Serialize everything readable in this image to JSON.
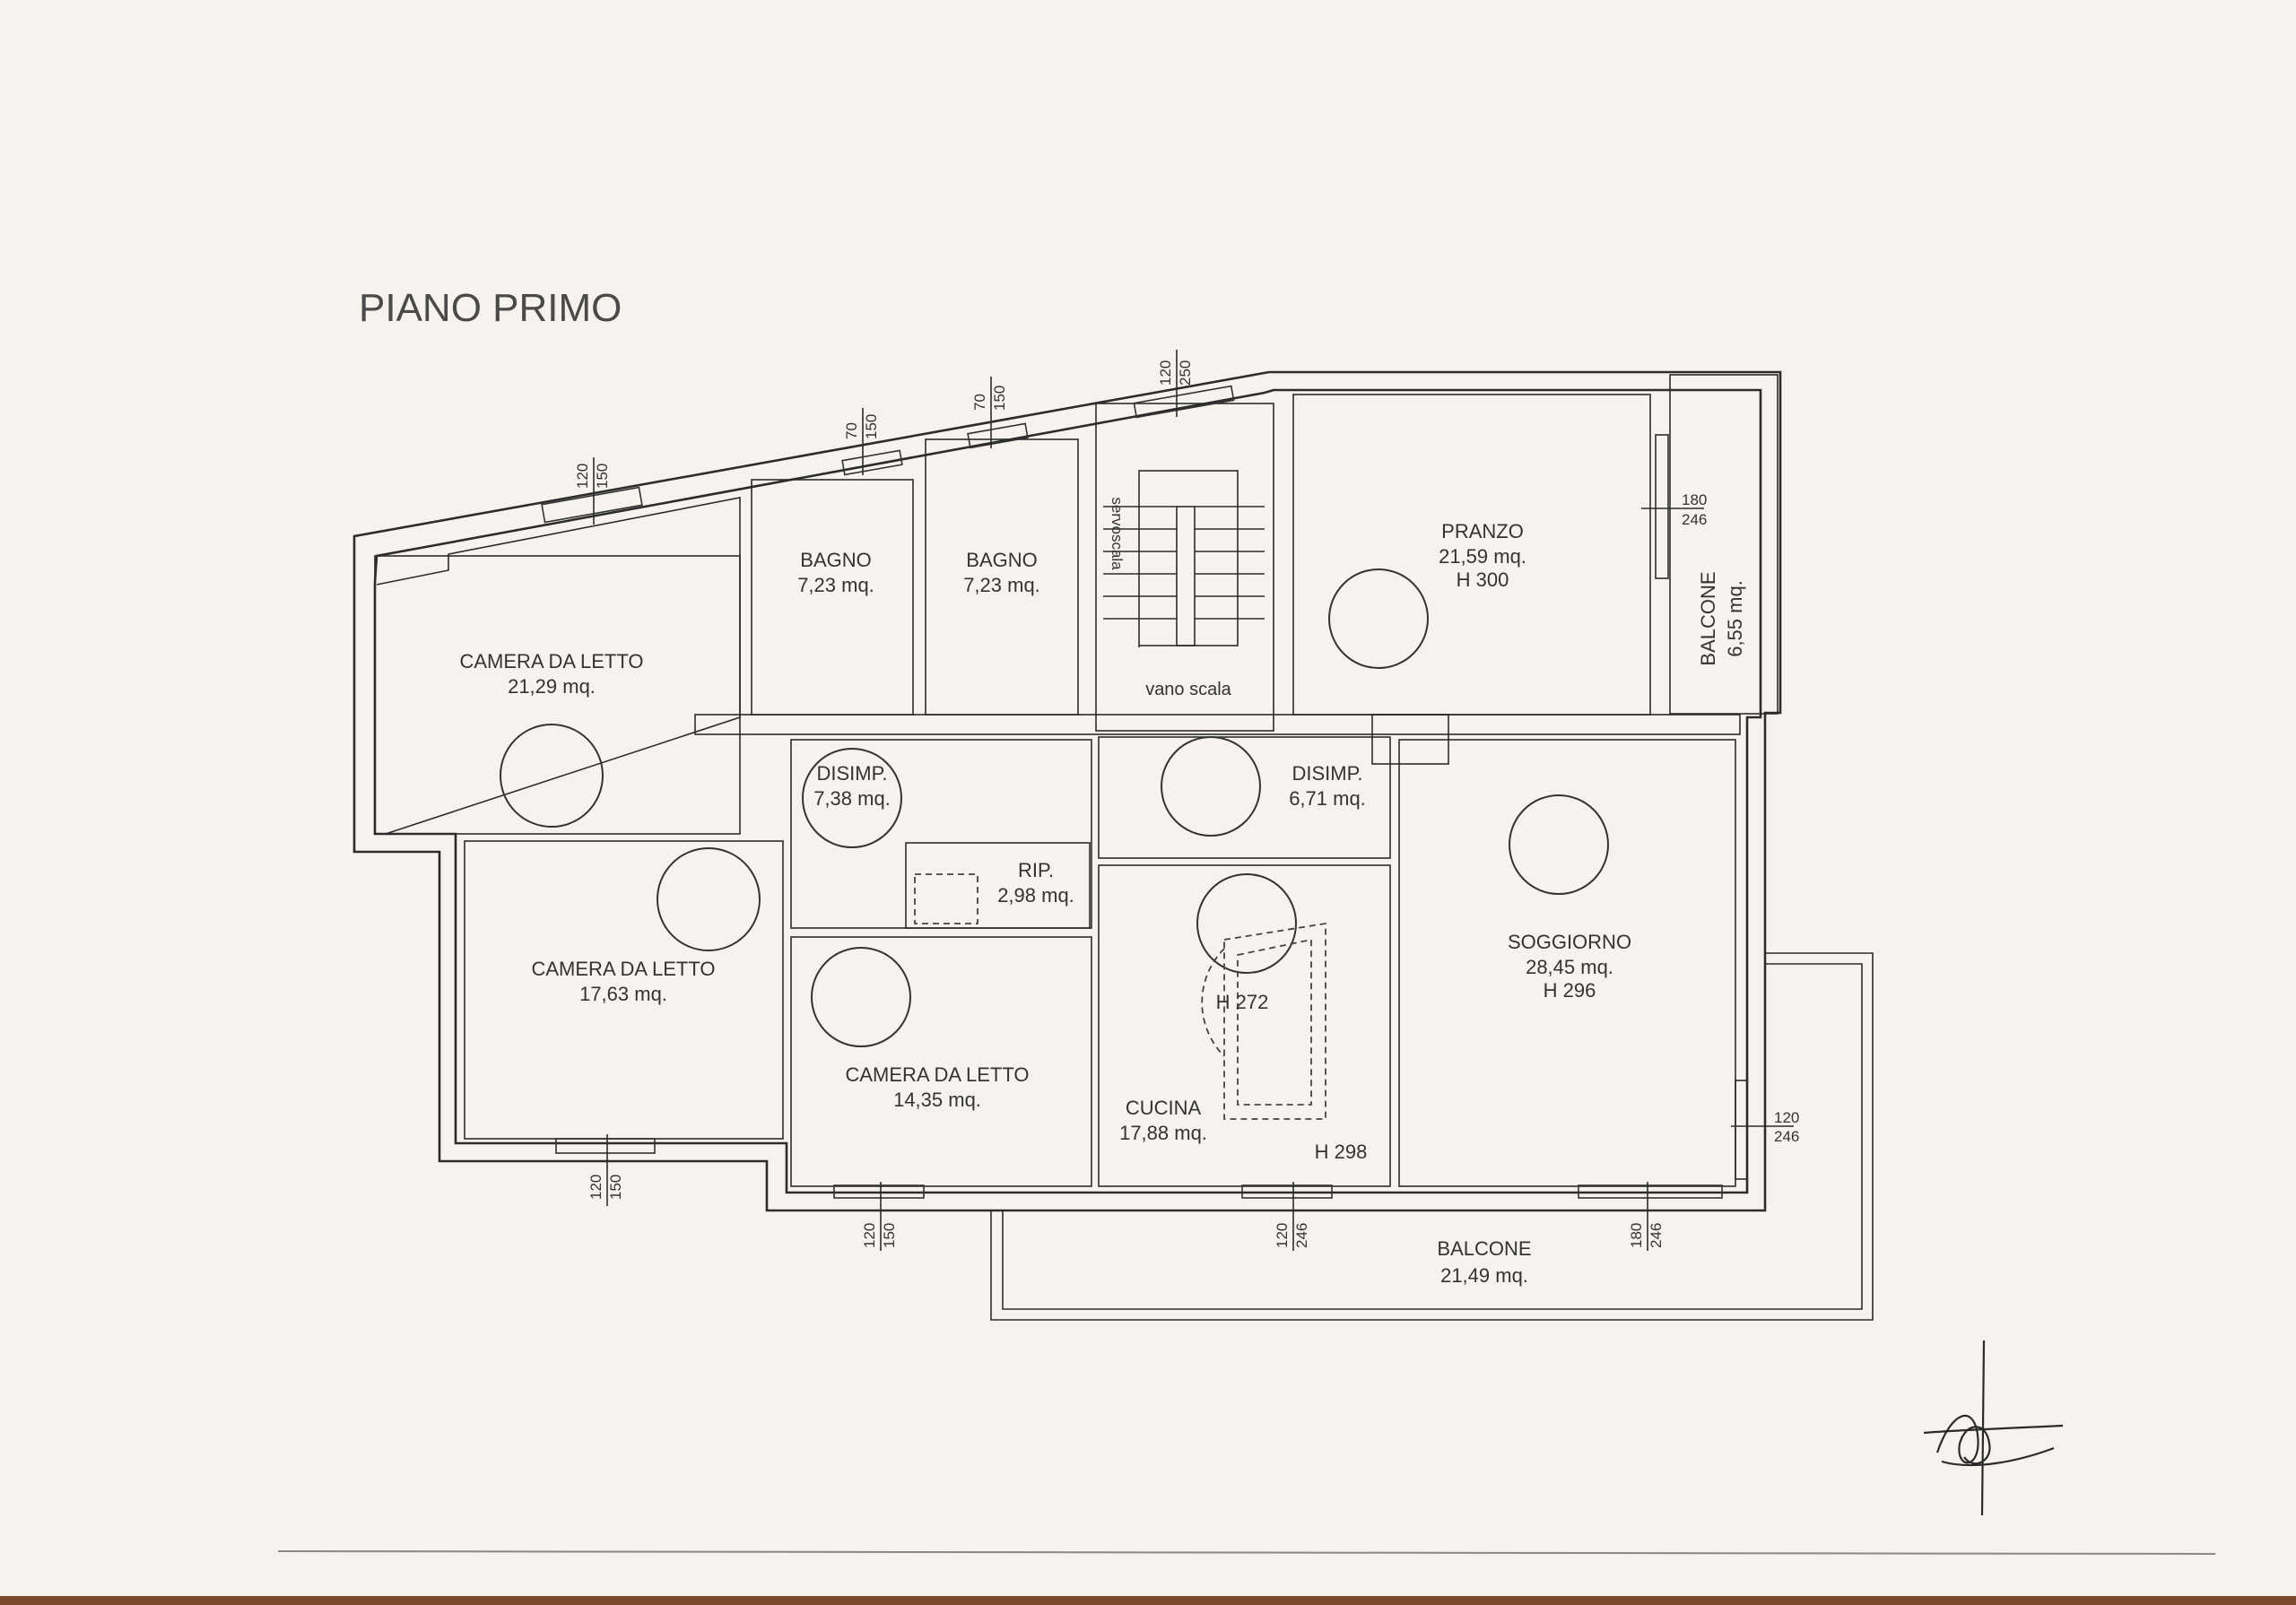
{
  "title": "PIANO PRIMO",
  "rooms": {
    "camera1": {
      "name": "CAMERA DA LETTO",
      "area": "21,29 mq."
    },
    "bagno1": {
      "name": "BAGNO",
      "area": "7,23 mq."
    },
    "bagno2": {
      "name": "BAGNO",
      "area": "7,23 mq."
    },
    "pranzo": {
      "name": "PRANZO",
      "area": "21,59 mq.",
      "height": "H 300"
    },
    "balcone1": {
      "name": "BALCONE",
      "area": "6,55 mq."
    },
    "disimp1": {
      "name": "DISIMP.",
      "area": "7,38 mq."
    },
    "disimp2": {
      "name": "DISIMP.",
      "area": "6,71 mq."
    },
    "rip": {
      "name": "RIP.",
      "area": "2,98 mq."
    },
    "camera2": {
      "name": "CAMERA DA LETTO",
      "area": "17,63 mq."
    },
    "camera3": {
      "name": "CAMERA DA LETTO",
      "area": "14,35 mq."
    },
    "cucina": {
      "name": "CUCINA",
      "area": "17,88 mq.",
      "height": "H 298",
      "hood_height": "H 272"
    },
    "soggiorno": {
      "name": "SOGGIORNO",
      "area": "28,45 mq.",
      "height": "H 296"
    },
    "balcone2": {
      "name": "BALCONE",
      "area": "21,49 mq."
    }
  },
  "stairs": {
    "vano": "vano scala",
    "servoscala": "servoscala"
  },
  "windows": {
    "w_cam1": {
      "w": "120",
      "h": "150"
    },
    "w_bagno1": {
      "w": "70",
      "h": "150"
    },
    "w_bagno2": {
      "w": "70",
      "h": "150"
    },
    "w_stair": {
      "w": "120",
      "h": "250"
    },
    "w_pranzo": {
      "w": "180",
      "h": "246"
    },
    "w_cam2": {
      "w": "120",
      "h": "150"
    },
    "w_cam3": {
      "w": "120",
      "h": "150"
    },
    "w_cucina": {
      "w": "120",
      "h": "246"
    },
    "w_sogg_bottom": {
      "w": "180",
      "h": "246"
    },
    "w_sogg_right": {
      "w": "120",
      "h": "246"
    }
  },
  "colors": {
    "paper": "#f6f3ee",
    "ink": "#2c2c2c"
  },
  "icons": {
    "signature": "handwritten-signature"
  }
}
